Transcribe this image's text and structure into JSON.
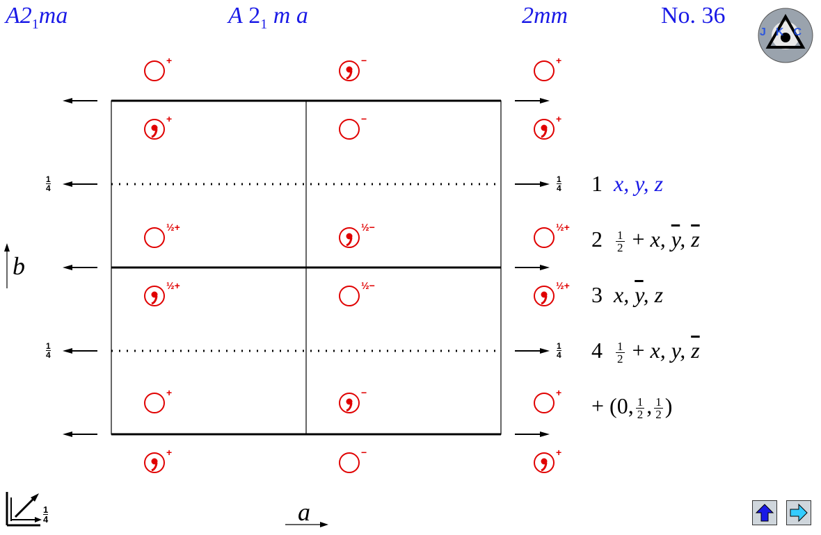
{
  "header": {
    "short_symbol_main": "A2",
    "short_symbol_sub": "1",
    "short_symbol_tail": "ma",
    "full_symbol_A": "A",
    "full_symbol_two": "2",
    "full_symbol_sub": "1",
    "full_symbol_m": "m",
    "full_symbol_a": "a",
    "point_group": "2mm",
    "number": "No. 36",
    "logo_text": "JKC"
  },
  "axes": {
    "b_label": "b",
    "a_label": "a",
    "height_fraction": "1/4",
    "quarter_num": "1",
    "quarter_den": "4"
  },
  "operations": [
    {
      "index": "1",
      "prefix": "",
      "x": "x",
      "y": "y",
      "z": "z",
      "x_bar": false,
      "y_bar": false,
      "z_bar": false,
      "half": false
    },
    {
      "index": "2",
      "prefix": "+",
      "x": "x",
      "y": "y",
      "z": "z",
      "x_bar": false,
      "y_bar": true,
      "z_bar": true,
      "half": true
    },
    {
      "index": "3",
      "prefix": "",
      "x": "x",
      "y": "y",
      "z": "z",
      "x_bar": false,
      "y_bar": true,
      "z_bar": false,
      "half": false
    },
    {
      "index": "4",
      "prefix": "+",
      "x": "x",
      "y": "y",
      "z": "z",
      "x_bar": false,
      "y_bar": false,
      "z_bar": true,
      "half": true
    }
  ],
  "centering": {
    "prefix": "+ (0,",
    "comma": ",",
    "suffix": ")",
    "half_num": "1",
    "half_den": "2"
  },
  "labels": {
    "plus": "+",
    "minus": "−",
    "half_plus": "½+",
    "half_minus": "½−"
  },
  "colors": {
    "symbol_red": "#e00000",
    "title_blue": "#1a1ae6",
    "nav_up_blue": "#1a1ae6",
    "nav_right_cyan": "#33ccff"
  },
  "nav": {
    "up_icon": "arrow-up-icon",
    "right_icon": "arrow-right-icon"
  }
}
